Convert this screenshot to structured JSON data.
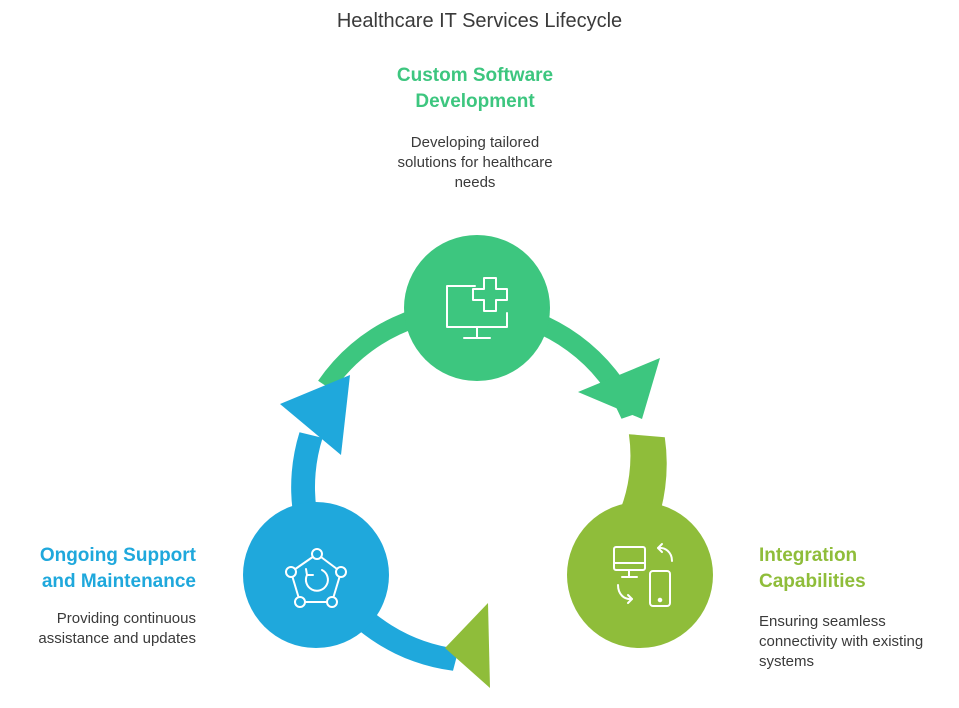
{
  "title": "Healthcare IT Services Lifecycle",
  "colors": {
    "green": "#3dc67f",
    "olive": "#8fbd3a",
    "blue": "#1fa8dc"
  },
  "stages": [
    {
      "title_line1": "Custom Software",
      "title_line2": "Development",
      "desc_line1": "Developing tailored",
      "desc_line2": "solutions for healthcare",
      "desc_line3": "needs",
      "icon": "monitor-medical-cross-icon"
    },
    {
      "title_line1": "Integration",
      "title_line2": "Capabilities",
      "desc_line1": "Ensuring seamless",
      "desc_line2": "connectivity with existing",
      "desc_line3": "systems",
      "icon": "monitor-phone-sync-icon"
    },
    {
      "title_line1": "Ongoing Support",
      "title_line2": "and Maintenance",
      "desc_line1": "Providing continuous",
      "desc_line2": "assistance and updates",
      "icon": "network-refresh-icon"
    }
  ]
}
